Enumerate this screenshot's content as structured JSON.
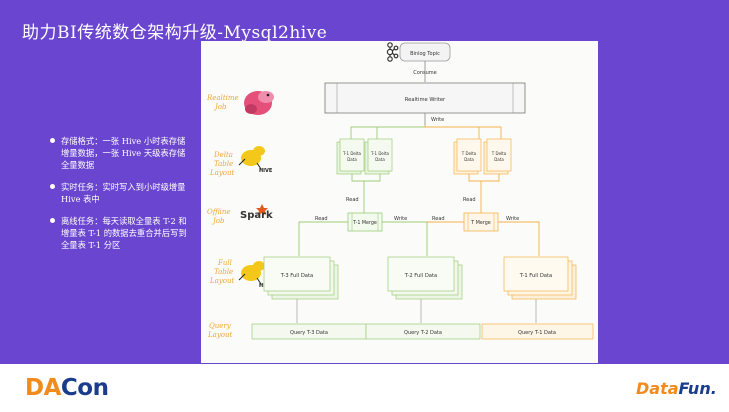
{
  "slide": {
    "title": "助力BI传统数仓架构升级-Mysql2hive"
  },
  "bullets": [
    "存储格式：一张 Hive 小时表存储增量数据，一张 Hive 天级表存储全量数据",
    "实时任务：实时写入到小时级增量Hive 表中",
    "离线任务：每天读取全量表 T-2 和增量表 T-1 的数据去重合并后写到全量表 T-1 分区"
  ],
  "diagram": {
    "binlog_topic": "Binlog Topic",
    "consume": "Consume",
    "layers": {
      "realtime_job": [
        "Realtime",
        "Job"
      ],
      "delta_table_layout": [
        "Delta",
        "Table",
        "Layout"
      ],
      "offline_job": [
        "Offline",
        "Job"
      ],
      "full_table_layout": [
        "Full",
        "Table",
        "Layout"
      ],
      "query_layout": [
        "Query",
        "Layout"
      ]
    },
    "realtime_writer": "Realtime Writer",
    "write": "Write",
    "read": "Read",
    "delta_files": [
      [
        "T-1 Delta",
        "Data"
      ],
      [
        "T-1 Delta",
        "Data"
      ],
      [
        "T Delta",
        "Data"
      ],
      [
        "T Delta",
        "Data"
      ]
    ],
    "merges": [
      "T-1 Merge",
      "T Merge"
    ],
    "full_data": [
      "T-3 Full Data",
      "T-2 Full Data",
      "T-1 Full Data"
    ],
    "queries": [
      "Query T-3 Data",
      "Query T-2 Data",
      "Query T-1 Data"
    ],
    "logos": {
      "kafka": "kafka-logo",
      "flink": "flink-squirrel-logo",
      "hive": "hive-bee-logo",
      "spark": "Spark"
    },
    "colors": {
      "green": "#9ccc78",
      "orange": "#f3b24a",
      "gray": "#aaaaaa"
    }
  },
  "footer": {
    "dacon_left": "DA",
    "dacon_right": "Con",
    "datafun_left": "Data",
    "datafun_right": "Fun."
  }
}
